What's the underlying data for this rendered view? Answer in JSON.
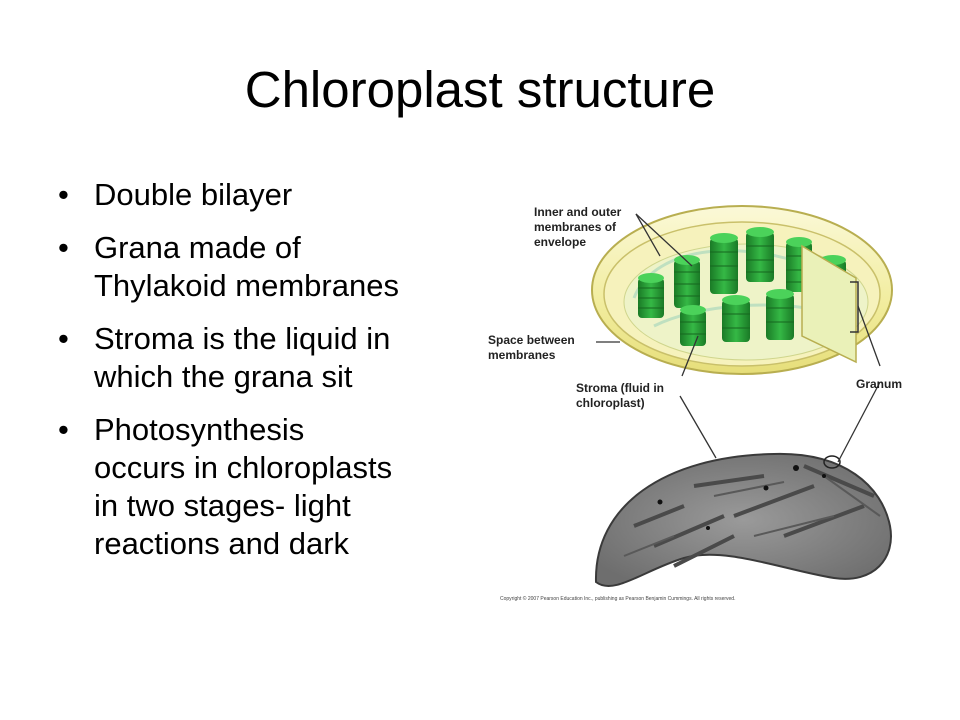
{
  "slide": {
    "title": "Chloroplast structure",
    "bullet_glyph": "•",
    "bullets": [
      [
        "Double bilayer"
      ],
      [
        "Grana made of",
        "Thylakoid membranes"
      ],
      [
        "Stroma is the liquid in",
        "which the grana sit"
      ],
      [
        "Photosynthesis",
        "occurs in chloroplasts",
        "in two stages- light",
        "reactions and dark"
      ]
    ]
  },
  "figure": {
    "labels": {
      "inner_outer": [
        "Inner and outer",
        "membranes of",
        "envelope"
      ],
      "space_between": [
        "Space between",
        "membranes"
      ],
      "stroma": [
        "Stroma (fluid in",
        "chloroplast)"
      ],
      "granum": "Granum"
    },
    "copyright": "Copyright © 2007 Pearson Education Inc., publishing as Pearson Benjamin Cummings. All rights reserved.",
    "colors": {
      "envelope": "#f4f0b0",
      "thylakoid": "#2aa83a",
      "thylakoid_dark": "#1a7a26",
      "micrograph": "#8a8a8a"
    }
  }
}
